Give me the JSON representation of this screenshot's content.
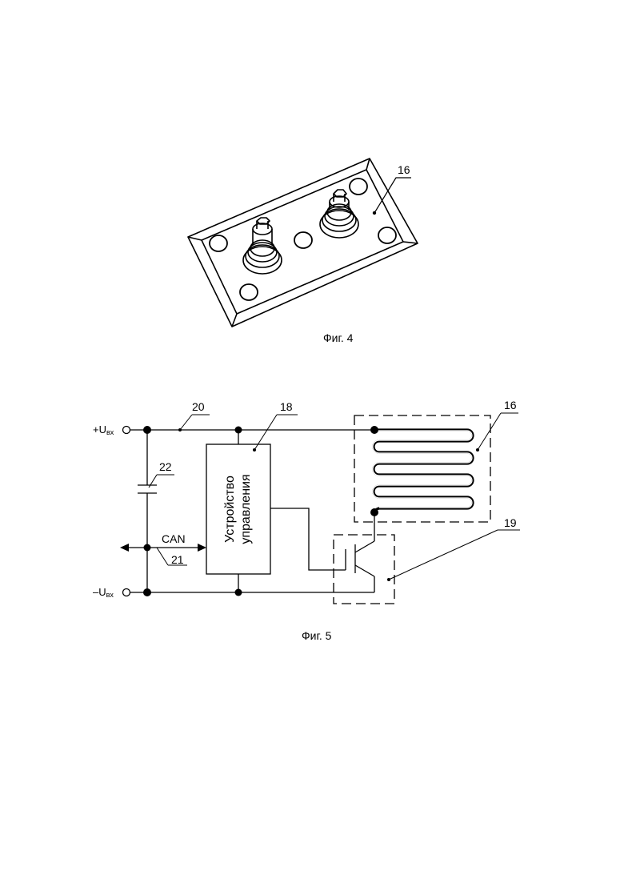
{
  "figure4": {
    "caption": "Фиг. 4",
    "ref_plate": "16"
  },
  "figure5": {
    "caption": "Фиг. 5",
    "terminal_plus": "+U",
    "terminal_plus_sub": "вх",
    "terminal_minus": "–U",
    "terminal_minus_sub": "вх",
    "ref_bus": "20",
    "ref_controller": "18",
    "ref_heater": "16",
    "ref_capacitor": "22",
    "ref_can_line": "21",
    "ref_transistor": "19",
    "can_label": "CAN",
    "controller_label_line1": "Устройство",
    "controller_label_line2": "управления"
  }
}
